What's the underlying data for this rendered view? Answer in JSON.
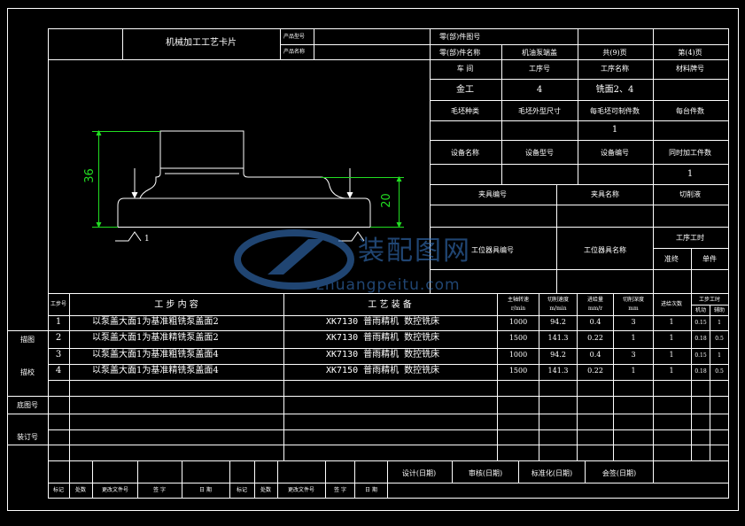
{
  "header": {
    "title": "机械加工工艺卡片",
    "product_model_label": "产品型号",
    "product_name_label": "产品名称",
    "part_drawing_no_label": "零(部)件图号",
    "part_name_label": "零(部)件名称",
    "part_name_value": "机油泵端盖",
    "total_pages": "共(9)页",
    "page_no": "第(4)页"
  },
  "info": {
    "workshop_label": "车 间",
    "process_no_label": "工序号",
    "process_name_label": "工序名称",
    "material_label": "材料牌号",
    "workshop_value": "金工",
    "process_no_value": "4",
    "process_name_value": "铣面2、4",
    "blank_type_label": "毛坯种类",
    "blank_size_label": "毛坯外型尺寸",
    "parts_per_blank_label": "每毛坯可制件数",
    "parts_per_unit_label": "每台件数",
    "parts_per_blank_value": "1",
    "equipment_name_label": "设备名称",
    "equipment_model_label": "设备型号",
    "equipment_no_label": "设备编号",
    "simultaneous_label": "同时加工件数",
    "simultaneous_value": "1",
    "fixture_no_label": "夹具编号",
    "fixture_name_label": "夹具名称",
    "coolant_label": "切削液",
    "station_tool_no_label": "工位器具编号",
    "station_tool_name_label": "工位器具名称",
    "process_time_label": "工序工时",
    "prep_label": "准终",
    "unit_label": "单件"
  },
  "drawing": {
    "dim_36": "36",
    "dim_20": "20",
    "datum_1": "1"
  },
  "steps_header": {
    "step_no": "工步号",
    "content": "工 步 内 容",
    "equipment": "工 艺 装 备",
    "spindle": "主轴转速",
    "spindle_unit": "r/min",
    "speed": "切削速度",
    "speed_unit": "m/min",
    "feed": "进给量",
    "feed_unit": "mm/r",
    "depth": "切削深度",
    "depth_unit": "mm",
    "passes": "进给次数",
    "hours": "工步工时",
    "machine": "机动",
    "aux": "辅助"
  },
  "steps": [
    {
      "no": "1",
      "content": "以泵盖大面1为基准粗铣泵盖面2",
      "equip": "XK7130  普雨精机  数控铣床",
      "spindle": "1000",
      "speed": "94.2",
      "feed": "0.4",
      "depth": "3",
      "passes": "1",
      "machine": "0.15",
      "aux": "1"
    },
    {
      "no": "2",
      "content": "以泵盖大面1为基准精铣泵盖面2",
      "equip": "XK7130  普雨精机  数控铣床",
      "spindle": "1500",
      "speed": "141.3",
      "feed": "0.22",
      "depth": "1",
      "passes": "1",
      "machine": "0.18",
      "aux": "0.5"
    },
    {
      "no": "3",
      "content": "以泵盖大面1为基准粗铣泵盖面4",
      "equip": "XK7130  普雨精机  数控铣床",
      "spindle": "1000",
      "speed": "94.2",
      "feed": "0.4",
      "depth": "3",
      "passes": "1",
      "machine": "0.15",
      "aux": "1"
    },
    {
      "no": "4",
      "content": "以泵盖大面1为基准精铣泵盖面4",
      "equip": "XK7150  普雨精机  数控铣床",
      "spindle": "1500",
      "speed": "141.3",
      "feed": "0.22",
      "depth": "1",
      "passes": "1",
      "machine": "0.18",
      "aux": "0.5"
    }
  ],
  "side": {
    "trace": "描图",
    "check": "描校",
    "base_no": "底图号",
    "binding_no": "装订号"
  },
  "footer": {
    "design": "设计(日期)",
    "review": "审核(日期)",
    "standard": "标准化(日期)",
    "sign": "会签(日期)",
    "mark": "标记",
    "count": "处数",
    "change_doc": "更改文件号",
    "signature": "签 字",
    "date": "日 期"
  },
  "watermark": {
    "cn": "装配图网",
    "en": "zhuangpeitu.com"
  }
}
